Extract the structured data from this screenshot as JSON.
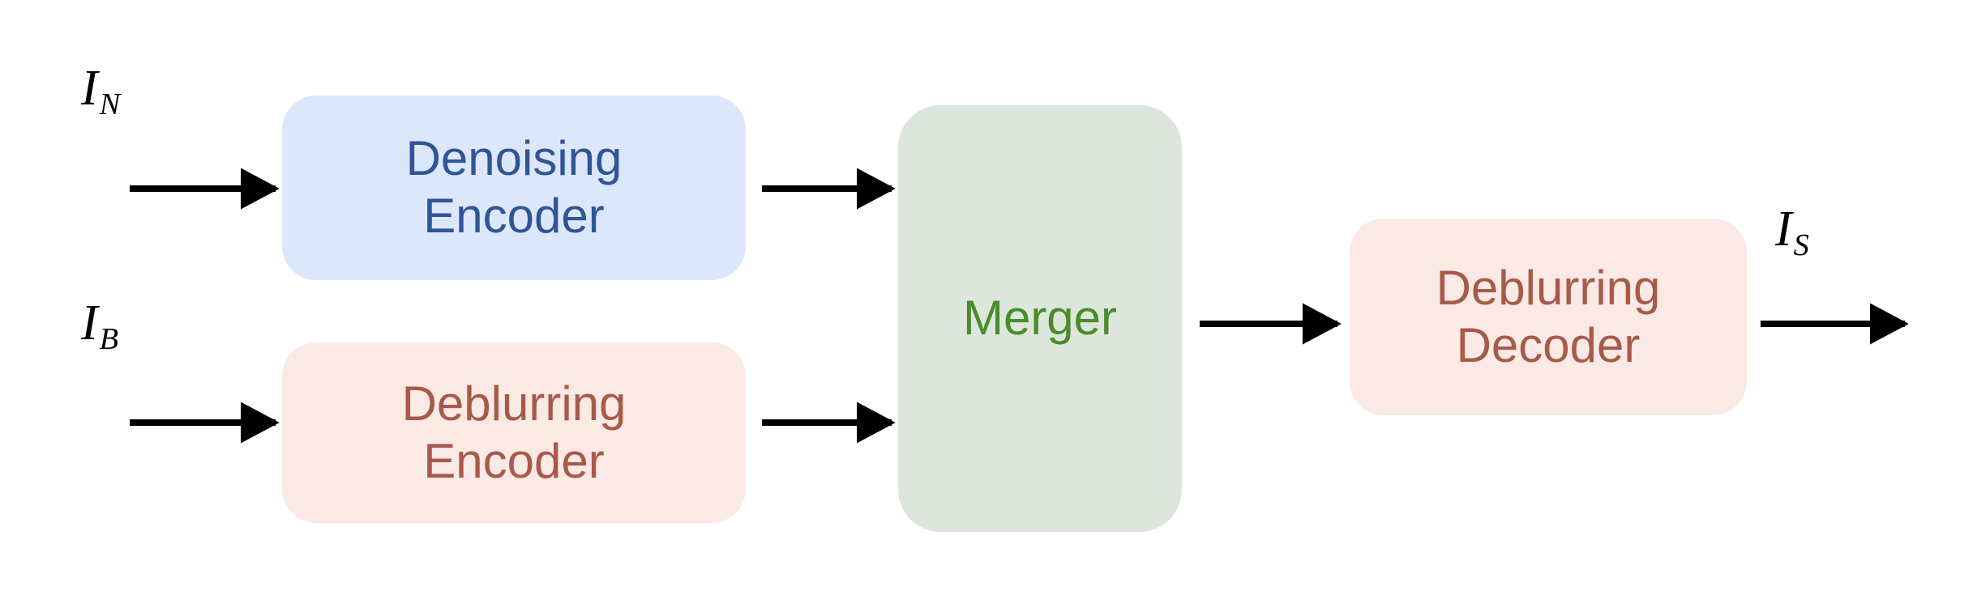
{
  "diagram": {
    "title": "Denoising and deblurring encoder-merger-decoder pipeline",
    "background_color": "#ffffff",
    "nodes": [
      {
        "id": "denoising-encoder",
        "label": "Denoising\nEncoder",
        "fill": "#dde7fb",
        "text_color": "#2f5597"
      },
      {
        "id": "deblurring-encoder",
        "label": "Deblurring\nEncoder",
        "fill": "#fae9e5",
        "text_color": "#a85a4a"
      },
      {
        "id": "merger",
        "label": "Merger",
        "fill": "#dde6dd",
        "text_color": "#4a8c2a"
      },
      {
        "id": "deblurring-decoder",
        "label": "Deblurring\nDecoder",
        "fill": "#fae9e5",
        "text_color": "#a85a4a"
      }
    ],
    "labels": [
      {
        "id": "input-noisy",
        "base": "I",
        "sub": "N"
      },
      {
        "id": "input-blurry",
        "base": "I",
        "sub": "B"
      },
      {
        "id": "output-sharp",
        "base": "I",
        "sub": "S"
      }
    ],
    "arrows": [
      {
        "id": "arrow-in-noisy",
        "from": "I_N",
        "to": "denoising-encoder",
        "color": "#000000"
      },
      {
        "id": "arrow-in-blurry",
        "from": "I_B",
        "to": "deblurring-encoder",
        "color": "#000000"
      },
      {
        "id": "arrow-denoising-to-merger",
        "from": "denoising-encoder",
        "to": "merger",
        "color": "#000000"
      },
      {
        "id": "arrow-deblurring-to-merger",
        "from": "deblurring-encoder",
        "to": "merger",
        "color": "#000000"
      },
      {
        "id": "arrow-merger-to-decoder",
        "from": "merger",
        "to": "deblurring-decoder",
        "color": "#000000"
      },
      {
        "id": "arrow-decoder-out",
        "from": "deblurring-decoder",
        "to": "I_S",
        "color": "#000000"
      }
    ]
  }
}
